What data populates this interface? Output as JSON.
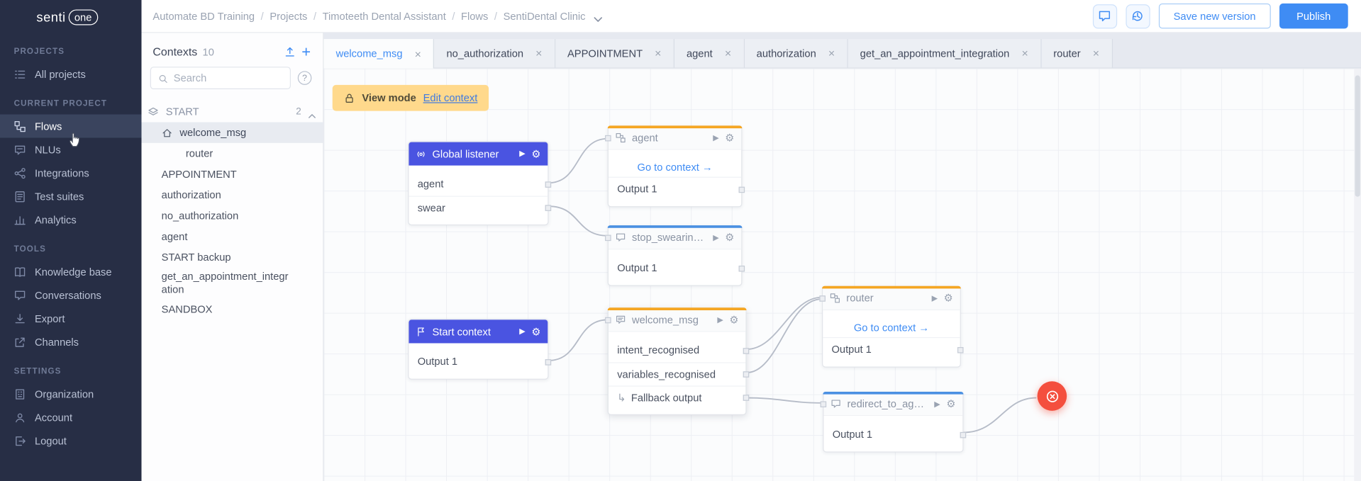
{
  "glyphs": {
    "close": "×",
    "question": "?",
    "plus": "+",
    "play": "▶",
    "gear": "⚙",
    "slash": "/",
    "arrow_right": "→",
    "fallback_elbow": "↳"
  },
  "logo": {
    "part1": "senti",
    "part2": "one"
  },
  "sidebar": {
    "sections": [
      {
        "title": "PROJECTS",
        "items": [
          {
            "label": "All projects"
          }
        ]
      },
      {
        "title": "CURRENT PROJECT",
        "items": [
          {
            "label": "Flows"
          },
          {
            "label": "NLUs"
          },
          {
            "label": "Integrations"
          },
          {
            "label": "Test suites"
          },
          {
            "label": "Analytics"
          }
        ]
      },
      {
        "title": "TOOLS",
        "items": [
          {
            "label": "Knowledge base"
          },
          {
            "label": "Conversations"
          },
          {
            "label": "Export"
          },
          {
            "label": "Channels"
          }
        ]
      },
      {
        "title": "SETTINGS",
        "items": [
          {
            "label": "Organization"
          },
          {
            "label": "Account"
          },
          {
            "label": "Logout"
          }
        ]
      }
    ]
  },
  "topbar": {
    "breadcrumb": [
      "Automate BD Training",
      "Projects",
      "Timoteeth Dental Assistant",
      "Flows",
      "SentiDental Clinic"
    ],
    "save_label": "Save new version",
    "publish_label": "Publish"
  },
  "contexts": {
    "title": "Contexts",
    "count": "10",
    "search_placeholder": "Search",
    "start_count": "2",
    "items": [
      {
        "label": "START"
      },
      {
        "label": "welcome_msg"
      },
      {
        "label": "router"
      },
      {
        "label": "APPOINTMENT"
      },
      {
        "label": "authorization"
      },
      {
        "label": "no_authorization"
      },
      {
        "label": "agent"
      },
      {
        "label": "START backup"
      },
      {
        "label": "get_an_appointment_integration"
      },
      {
        "label": "SANDBOX"
      }
    ]
  },
  "tabs": [
    {
      "label": "welcome_msg"
    },
    {
      "label": "no_authorization"
    },
    {
      "label": "APPOINTMENT"
    },
    {
      "label": "agent"
    },
    {
      "label": "authorization"
    },
    {
      "label": "get_an_appointment_integration"
    },
    {
      "label": "router"
    }
  ],
  "canvas": {
    "banner": {
      "label": "View mode",
      "link": "Edit context"
    },
    "go_to_context": "Go to context",
    "nodes": [
      {
        "title": "Global listener",
        "outputs": [
          "agent",
          "swear"
        ]
      },
      {
        "title": "Start context",
        "outputs": [
          "Output 1"
        ]
      },
      {
        "title": "agent",
        "outputs": [
          "Output 1"
        ]
      },
      {
        "title": "stop_swearing_pls",
        "outputs": [
          "Output 1"
        ]
      },
      {
        "title": "welcome_msg",
        "outputs": [
          "intent_recognised",
          "variables_recognised",
          "Fallback output"
        ]
      },
      {
        "title": "router",
        "outputs": [
          "Output 1"
        ]
      },
      {
        "title": "redirect_to_agent",
        "outputs": [
          "Output 1"
        ]
      }
    ],
    "colors": {
      "accent_orange": "#f5a623",
      "accent_blue": "#4a90e2",
      "header_blue": "#4a54e1",
      "primary": "#3f8cf4",
      "danger": "#f44f3e"
    }
  }
}
